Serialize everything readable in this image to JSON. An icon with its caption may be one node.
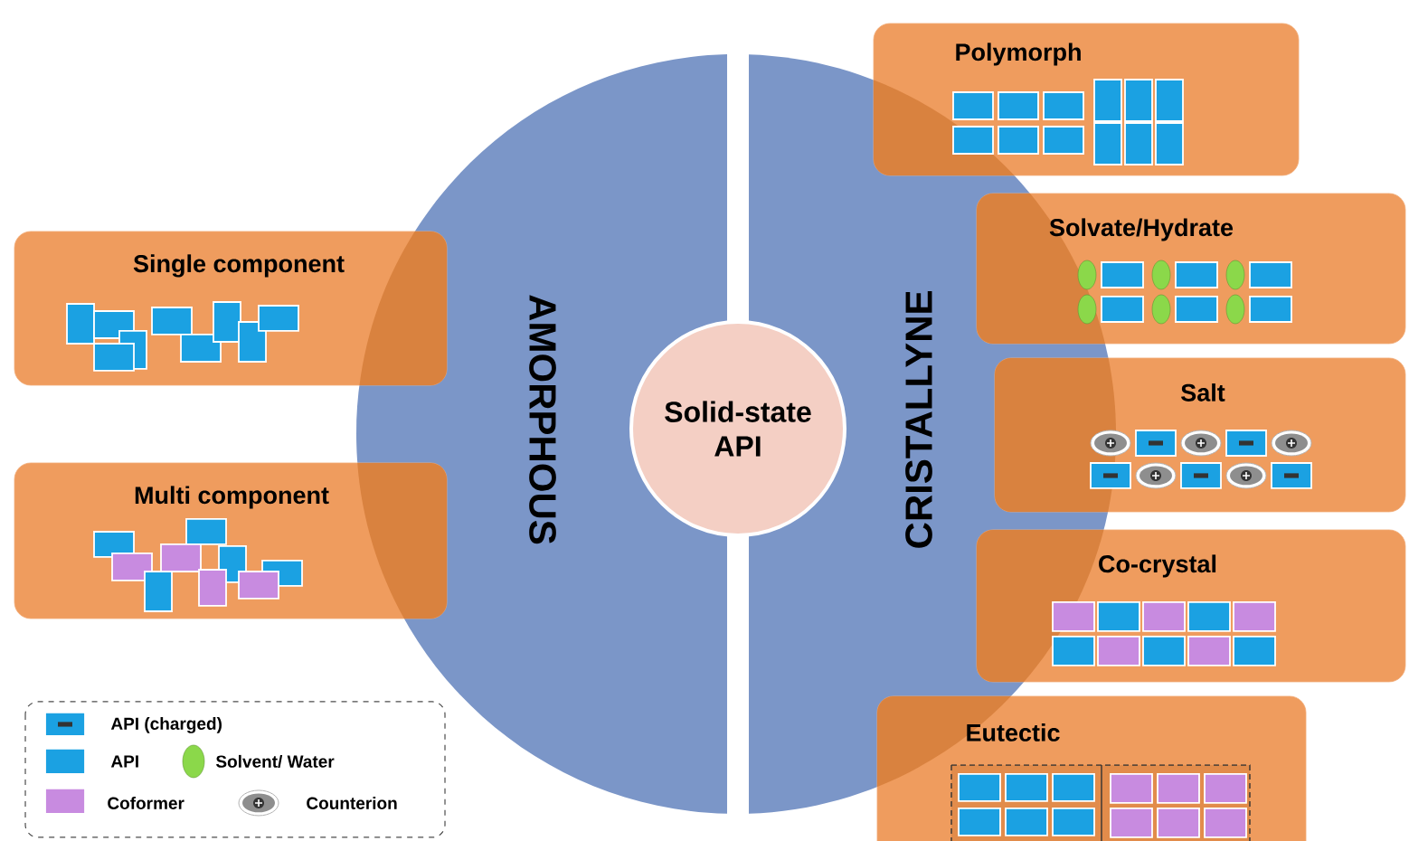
{
  "diagram": {
    "nodes": [
      {
        "text": [
          "Solid-state API"
        ]
      },
      {
        "text": [
          "AMORPHOUS"
        ]
      },
      {
        "text": [
          "CRISTALLYNE"
        ]
      },
      {
        "text": [
          "Single component"
        ]
      },
      {
        "text": [
          "Multi component"
        ]
      },
      {
        "text": [
          "Polymorph"
        ]
      },
      {
        "text": [
          "Solvate/Hydrate"
        ]
      },
      {
        "text": [
          "Salt"
        ]
      },
      {
        "text": [
          "Co-crystal"
        ]
      },
      {
        "text": [
          "Eutectic"
        ]
      }
    ],
    "legend": [
      {
        "text": "API (charged)"
      },
      {
        "text": "API",
        "color": "#1ba1e2"
      },
      {
        "text": "Solvent/ Water"
      },
      {
        "text": "Coformer",
        "color": "#c88be0"
      },
      {
        "text": "Counterion"
      }
    ]
  }
}
